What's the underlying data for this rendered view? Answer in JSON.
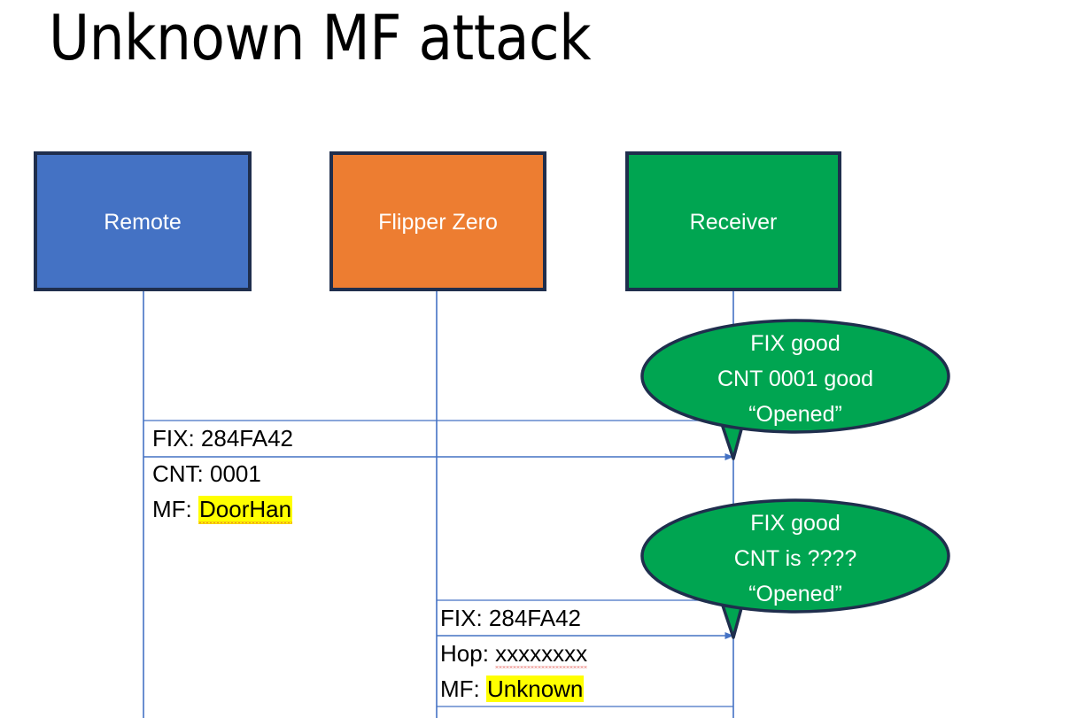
{
  "slide": {
    "title": "Unknown MF attack",
    "background_color": "#FFFFFF"
  },
  "colors": {
    "remote_fill": "#4472C4",
    "flipper_fill": "#ED7D31",
    "receiver_fill": "#00A551",
    "box_border": "#1F2E4D",
    "lifeline": "#4472C4",
    "arrow": "#4472C4",
    "highlight": "#FFFF00",
    "spellcheck_underline": "#E03A2F",
    "text_dark": "#000000",
    "text_light": "#FFFFFF"
  },
  "actors": [
    {
      "name": "remote",
      "label": "Remote",
      "fill": "#4472C4"
    },
    {
      "name": "flipper-zero",
      "label": "Flipper Zero",
      "fill": "#ED7D31"
    },
    {
      "name": "receiver",
      "label": "Receiver",
      "fill": "#00A551"
    }
  ],
  "messages": [
    {
      "name": "remote-to-receiver",
      "from": "remote",
      "to": "receiver",
      "lines": [
        {
          "label": "FIX: ",
          "value": "284FA42",
          "highlight": false,
          "misspelled": false
        },
        {
          "label": "CNT: ",
          "value": "0001",
          "highlight": false,
          "misspelled": false
        },
        {
          "label": "MF: ",
          "value": "DoorHan",
          "highlight": true,
          "misspelled": true
        }
      ]
    },
    {
      "name": "flipper-to-receiver",
      "from": "flipper-zero",
      "to": "receiver",
      "lines": [
        {
          "label": "FIX: ",
          "value": "284FA42",
          "highlight": false,
          "misspelled": false
        },
        {
          "label": "Hop: ",
          "value": "xxxxxxxx",
          "highlight": false,
          "misspelled": true
        },
        {
          "label": "MF: ",
          "value": "Unknown",
          "highlight": true,
          "misspelled": false
        }
      ]
    }
  ],
  "bubbles": [
    {
      "name": "receiver-response-1",
      "lines": [
        "FIX good",
        "CNT 0001 good",
        "“Opened”"
      ],
      "fill": "#00A551"
    },
    {
      "name": "receiver-response-2",
      "lines": [
        "FIX good",
        "CNT is ????",
        "“Opened”"
      ],
      "fill": "#00A551"
    }
  ]
}
